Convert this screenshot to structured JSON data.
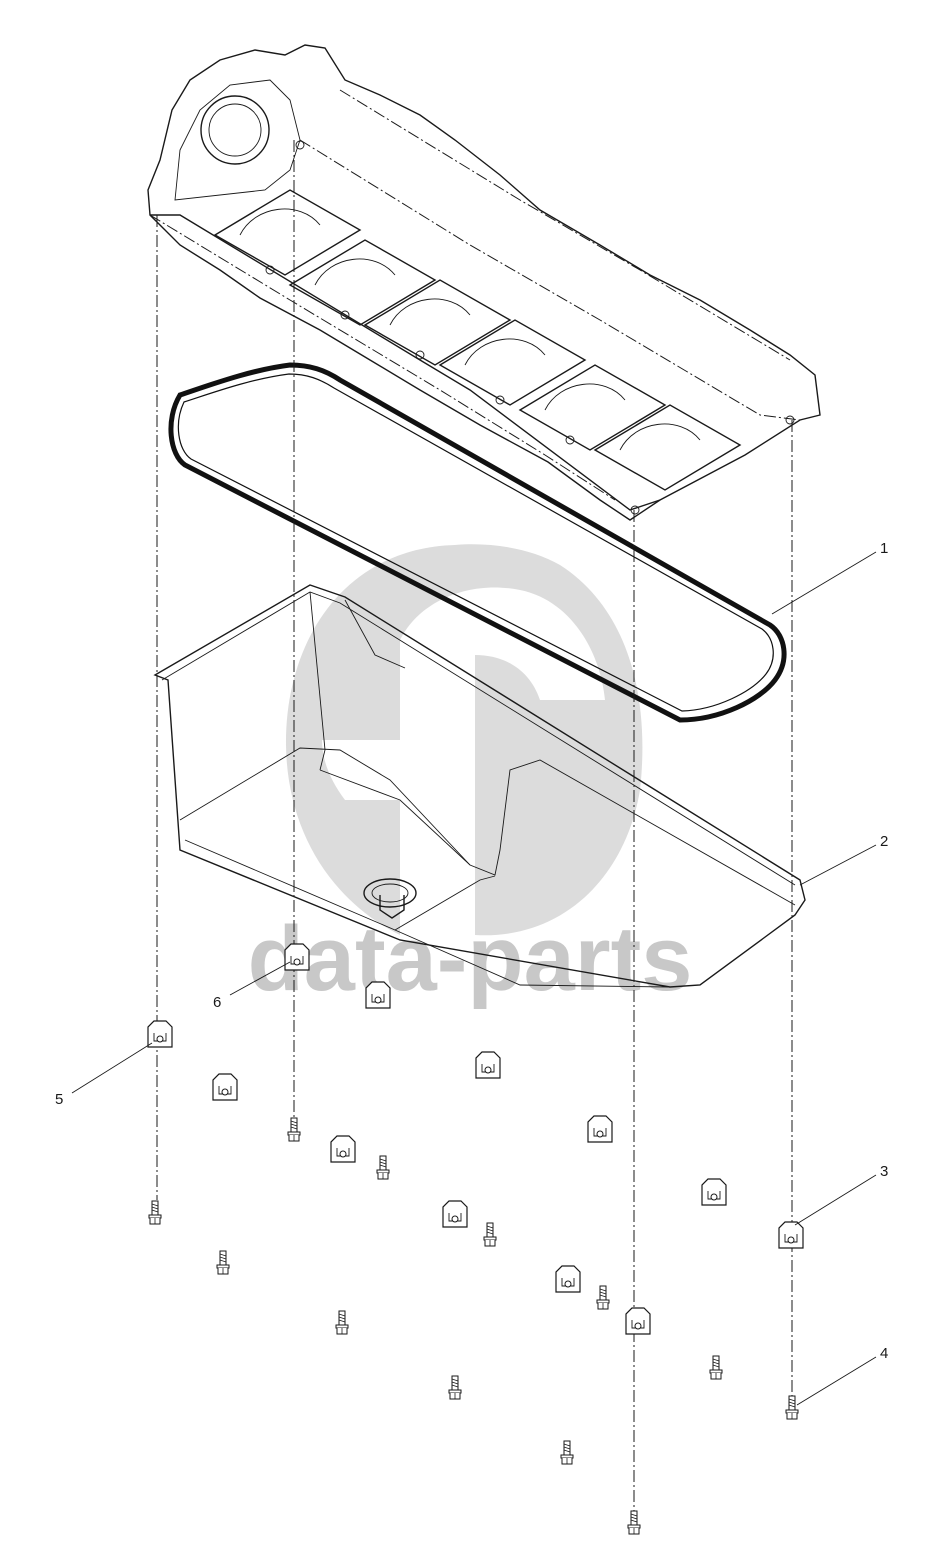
{
  "watermark": {
    "text": "data-parts",
    "color": "#c8c8c8"
  },
  "callouts": [
    {
      "id": "1",
      "label": "1",
      "part": "gasket"
    },
    {
      "id": "2",
      "label": "2",
      "part": "oil-pan"
    },
    {
      "id": "3",
      "label": "3",
      "part": "clamp"
    },
    {
      "id": "4",
      "label": "4",
      "part": "bolt"
    },
    {
      "id": "5",
      "label": "5",
      "part": "clamp"
    },
    {
      "id": "6",
      "label": "6",
      "part": "clamp"
    }
  ],
  "colors": {
    "line": "#1a1a1a",
    "watermark": "#c8c8c8",
    "background": "#ffffff"
  }
}
